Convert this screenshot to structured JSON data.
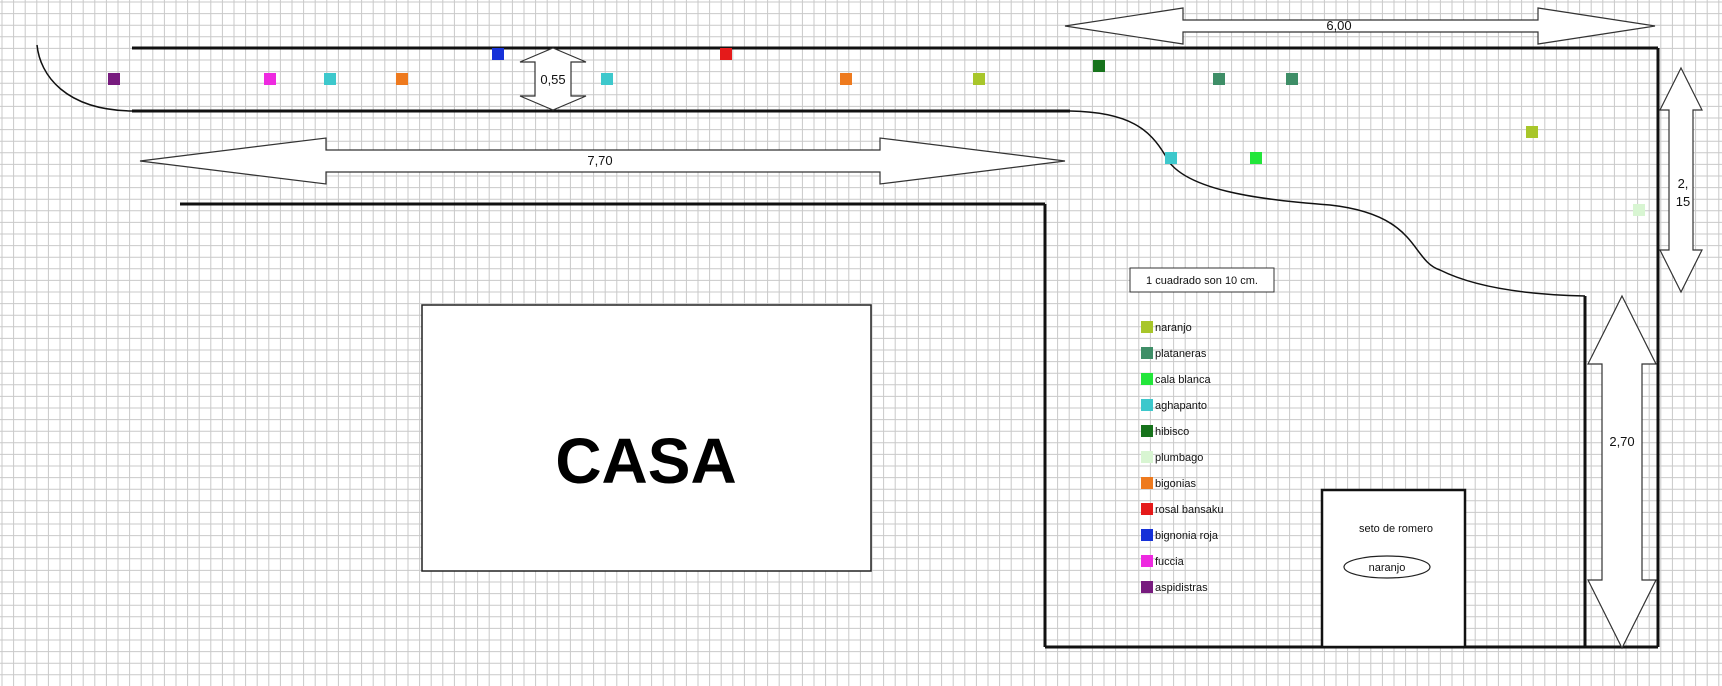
{
  "house": {
    "label": "CASA"
  },
  "scale_note": "1 cuadrado son 10 cm.",
  "dimensions": {
    "top_width": "6,00",
    "path_width": "0,55",
    "path_length": "7,70",
    "right_upper_line1": "2,",
    "right_upper_line2": "15",
    "right_lower": "2,70"
  },
  "hedge": {
    "label": "seto de romero",
    "tree_label": "naranjo"
  },
  "legend": [
    {
      "label": "naranjo",
      "color": "#a8c62a"
    },
    {
      "label": "plataneras",
      "color": "#3e8e67"
    },
    {
      "label": "cala blanca",
      "color": "#22e63a"
    },
    {
      "label": "aghapanto",
      "color": "#3dc8cc"
    },
    {
      "label": "hibisco",
      "color": "#17731c"
    },
    {
      "label": "plumbago",
      "color": "#d8f5d2"
    },
    {
      "label": "bigonias",
      "color": "#ee7a1e"
    },
    {
      "label": "rosal bansaku",
      "color": "#e51a1a"
    },
    {
      "label": "bignonia roja",
      "color": "#1631d8"
    },
    {
      "label": "fuccia",
      "color": "#ee2ae0"
    },
    {
      "label": "aspidistras",
      "color": "#771b7e"
    }
  ],
  "plants": [
    {
      "species": "aspidistras",
      "color": "#771b7e"
    },
    {
      "species": "fuccia",
      "color": "#ee2ae0"
    },
    {
      "species": "aghapanto",
      "color": "#3dc8cc"
    },
    {
      "species": "bigonias",
      "color": "#ee7a1e"
    },
    {
      "species": "bignonia roja",
      "color": "#1631d8"
    },
    {
      "species": "aghapanto",
      "color": "#3dc8cc"
    },
    {
      "species": "rosal bansaku",
      "color": "#e51a1a"
    },
    {
      "species": "bigonias",
      "color": "#ee7a1e"
    },
    {
      "species": "naranjo",
      "color": "#a8c62a"
    },
    {
      "species": "hibisco",
      "color": "#17731c"
    },
    {
      "species": "plataneras",
      "color": "#3e8e67"
    },
    {
      "species": "plataneras",
      "color": "#3e8e67"
    },
    {
      "species": "aghapanto",
      "color": "#3dc8cc"
    },
    {
      "species": "cala blanca",
      "color": "#22e63a"
    },
    {
      "species": "naranjo",
      "color": "#a8c62a"
    },
    {
      "species": "plumbago",
      "color": "#d8f5d2"
    }
  ]
}
